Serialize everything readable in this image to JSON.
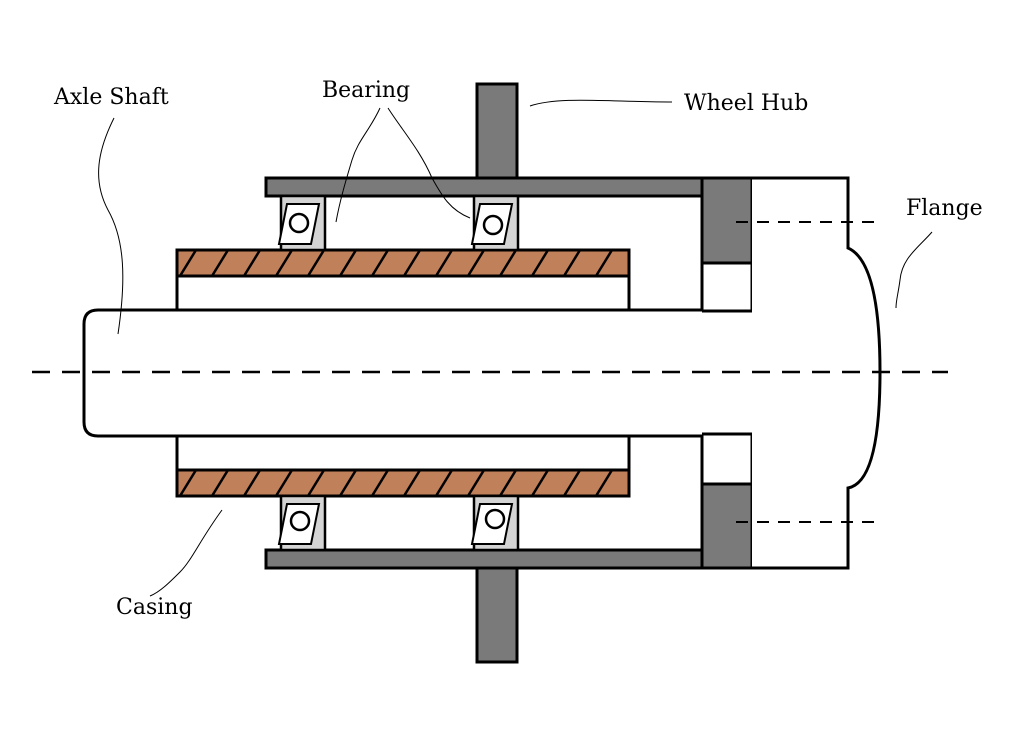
{
  "labels": {
    "axle_shaft": "Axle Shaft",
    "bearing": "Bearing",
    "wheel_hub": "Wheel Hub",
    "flange": "Flange",
    "casing": "Casing"
  },
  "colors": {
    "hub_gray": "#7a7a7a",
    "bearing_gray": "#d4d4d4",
    "casing_brown": "#c0805a",
    "outline": "#000000",
    "background": "#ffffff"
  }
}
